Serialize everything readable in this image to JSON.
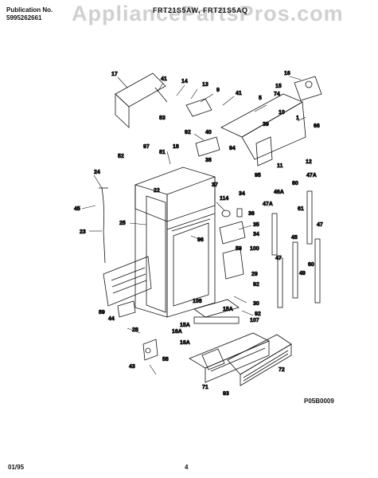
{
  "header": {
    "publication_label": "Publication No.",
    "publication_number": "5995262661",
    "model": "FRT21S5AW, FRT21S5AQ",
    "watermark": "AppliancePartsPros.com"
  },
  "footer": {
    "date": "01/95",
    "page": "4",
    "diagram_code": "P05B0009"
  },
  "callouts": [
    "17",
    "41",
    "14",
    "13",
    "9",
    "41",
    "5",
    "16",
    "15",
    "74",
    "83",
    "10",
    "1",
    "92",
    "40",
    "39",
    "66",
    "97",
    "81",
    "18",
    "38",
    "94",
    "12",
    "11",
    "52",
    "37",
    "95",
    "24",
    "22",
    "114",
    "34",
    "47A",
    "60",
    "45",
    "25",
    "36",
    "46A",
    "47A",
    "35",
    "23",
    "96",
    "59",
    "34",
    "61",
    "48",
    "47",
    "100",
    "47",
    "29",
    "60",
    "49",
    "89",
    "44",
    "92",
    "30",
    "108",
    "15A",
    "92",
    "28",
    "15A",
    "107",
    "16A",
    "16A",
    "58",
    "43",
    "72",
    "71",
    "93"
  ]
}
